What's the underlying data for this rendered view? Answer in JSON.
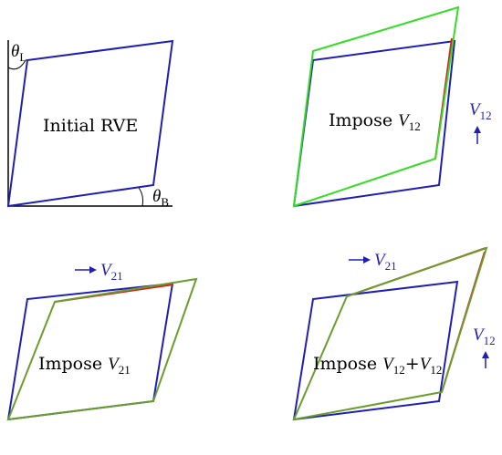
{
  "colors": {
    "initial": "#1f1fb4",
    "deformed": "#33dd22",
    "deformed_dark": "#6a9e2c",
    "edge_highlight": "#d42020",
    "axis": "#000000",
    "arrow": "#1f1fb4"
  },
  "panel_a": {
    "center_label": "Initial RVE",
    "angle_left": {
      "sym": "θ",
      "sub": "L"
    },
    "angle_bottom": {
      "sym": "θ",
      "sub": "B"
    }
  },
  "panel_b": {
    "label_prefix": "Impose ",
    "label_var": "V",
    "label_sub": "12",
    "arrow_var": "V",
    "arrow_sub": "12",
    "arrow_direction": "up"
  },
  "panel_c": {
    "label_prefix": "Impose ",
    "label_var": "V",
    "label_sub": "21",
    "arrow_var": "V",
    "arrow_sub": "21",
    "arrow_direction": "right"
  },
  "panel_d": {
    "label_prefix": "Impose ",
    "label_var1": "V",
    "label_sub1": "12",
    "label_plus": "+",
    "label_var2": "V",
    "label_sub2": "12",
    "arrow1_var": "V",
    "arrow1_sub": "21",
    "arrow1_direction": "right",
    "arrow2_var": "V",
    "arrow2_sub": "12",
    "arrow2_direction": "up"
  }
}
